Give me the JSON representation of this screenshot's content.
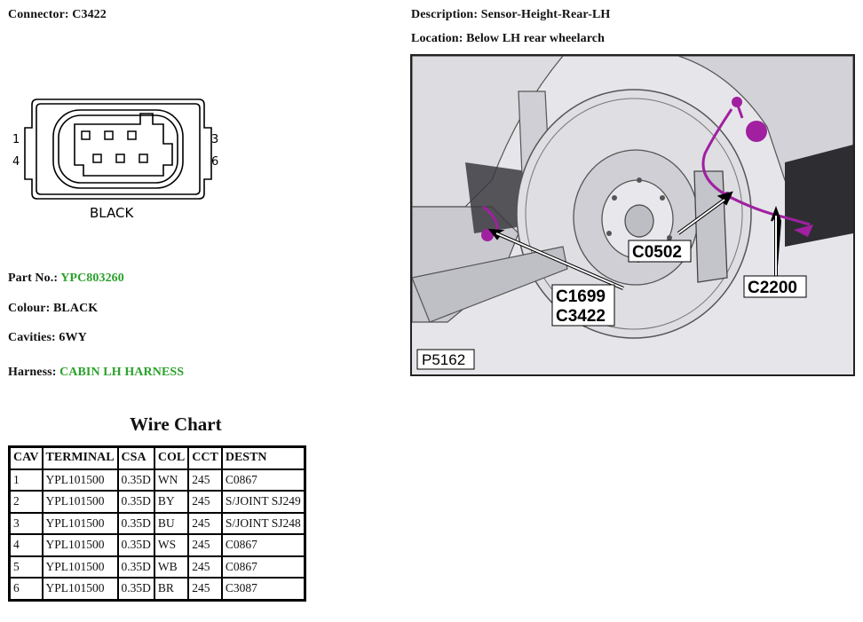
{
  "connector": {
    "label": "Connector:",
    "value": "C3422",
    "pins": {
      "tl": "1",
      "bl": "4",
      "tr": "3",
      "br": "6"
    },
    "colour_caption": "BLACK"
  },
  "description": {
    "label": "Description:",
    "value": "Sensor-Height-Rear-LH"
  },
  "location": {
    "label": "Location:",
    "value": "Below LH rear wheelarch"
  },
  "part_no": {
    "label": "Part No.:",
    "value": "YPC803260"
  },
  "colour": {
    "label": "Colour:",
    "value": "BLACK"
  },
  "cavities": {
    "label": "Cavities:",
    "value": "6WY"
  },
  "harness": {
    "label": "Harness:",
    "value": "CABIN LH HARNESS"
  },
  "photo": {
    "ref": "P5162",
    "callouts": {
      "c0502": "C0502",
      "c1699": "C1699",
      "c3422": "C3422",
      "c2200": "C2200"
    },
    "highlight_color": "#a020a0"
  },
  "wire_chart": {
    "title": "Wire Chart",
    "headers": [
      "CAV",
      "TERMINAL",
      "CSA",
      "COL",
      "CCT",
      "DESTN"
    ],
    "rows": [
      [
        "1",
        "YPL101500",
        "0.35D",
        "WN",
        "245",
        "C0867"
      ],
      [
        "2",
        "YPL101500",
        "0.35D",
        "BY",
        "245",
        "S/JOINT SJ249"
      ],
      [
        "3",
        "YPL101500",
        "0.35D",
        "BU",
        "245",
        "S/JOINT SJ248"
      ],
      [
        "4",
        "YPL101500",
        "0.35D",
        "WS",
        "245",
        "C0867"
      ],
      [
        "5",
        "YPL101500",
        "0.35D",
        "WB",
        "245",
        "C0867"
      ],
      [
        "6",
        "YPL101500",
        "0.35D",
        "BR",
        "245",
        "C3087"
      ]
    ]
  },
  "colors": {
    "green_text": "#2aa12a"
  }
}
